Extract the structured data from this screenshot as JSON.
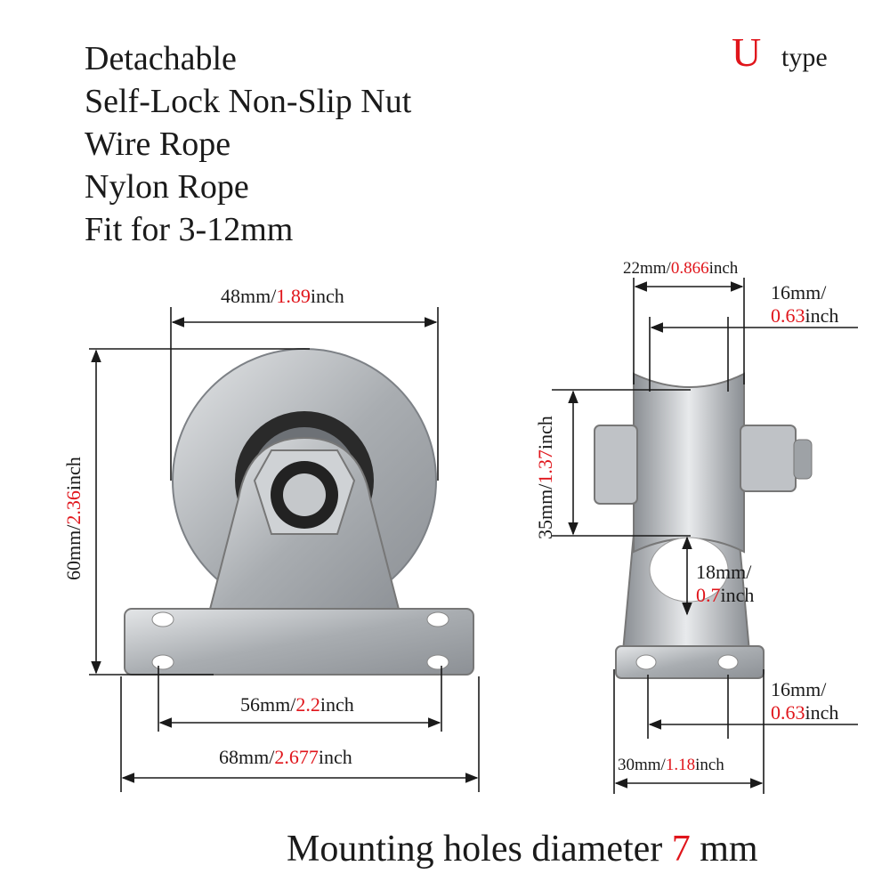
{
  "features": [
    "Detachable",
    "Self-Lock Non-Slip Nut",
    "Wire Rope",
    "Nylon Rope",
    "Fit for 3-12mm"
  ],
  "type_badge": {
    "letter": "U",
    "word": "type"
  },
  "front_view": {
    "wheel_diameter": {
      "mm": "48mm/",
      "inch": "1.89",
      "unit": "inch"
    },
    "height": {
      "mm": "60mm/",
      "inch": "2.36",
      "unit": "inch"
    },
    "hole_spacing": {
      "mm": "56mm/",
      "inch": "2.2",
      "unit": "inch"
    },
    "base_length": {
      "mm": "68mm/",
      "inch": "2.677",
      "unit": "inch"
    }
  },
  "side_view": {
    "overall_width": {
      "mm": "22mm/",
      "inch": "0.866",
      "unit": "inch"
    },
    "wheel_width": {
      "mm": "16mm/",
      "inch": "0.63",
      "unit": "inch"
    },
    "groove_height": {
      "mm": "35mm/",
      "inch": "1.37",
      "unit": "inch"
    },
    "bracket_height": {
      "mm": "18mm/",
      "inch": "0.7",
      "unit": "inch"
    },
    "hole_spacing": {
      "mm": "16mm/",
      "inch": "0.63",
      "unit": "inch"
    },
    "base_width": {
      "mm": "30mm/",
      "inch": "1.18",
      "unit": "inch"
    }
  },
  "footer": {
    "text": "Mounting holes diameter ",
    "value": "7",
    "unit": " mm"
  },
  "colors": {
    "highlight": "#e0151b",
    "text": "#1a1a1a",
    "steel": "#b9bcbf"
  }
}
